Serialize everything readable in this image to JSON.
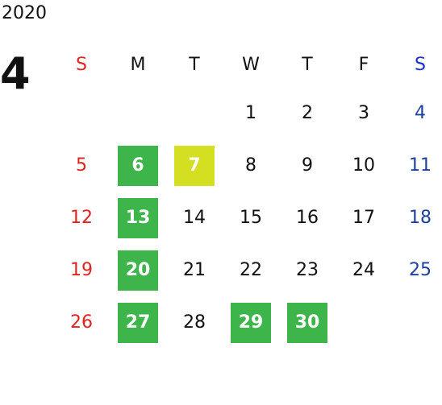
{
  "calendar": {
    "year": "2020",
    "month": "4",
    "weekdays": [
      "S",
      "M",
      "T",
      "W",
      "T",
      "F",
      "S"
    ],
    "weeks": [
      [
        "",
        "",
        "",
        "1",
        "2",
        "3",
        "4"
      ],
      [
        "5",
        "6",
        "7",
        "8",
        "9",
        "10",
        "11"
      ],
      [
        "12",
        "13",
        "14",
        "15",
        "16",
        "17",
        "18"
      ],
      [
        "19",
        "20",
        "21",
        "22",
        "23",
        "24",
        "25"
      ],
      [
        "26",
        "27",
        "28",
        "29",
        "30",
        "",
        ""
      ]
    ],
    "highlight_green_days": [
      "6",
      "13",
      "20",
      "27",
      "29",
      "30"
    ],
    "highlight_yellow_days": [
      "7"
    ]
  },
  "colors": {
    "highlight_green": "#3db54a",
    "highlight_yellow": "#d4df22",
    "sunday": "#e0231e",
    "saturday": "#1e3fa0",
    "saturday_header": "#1a2fd1"
  }
}
